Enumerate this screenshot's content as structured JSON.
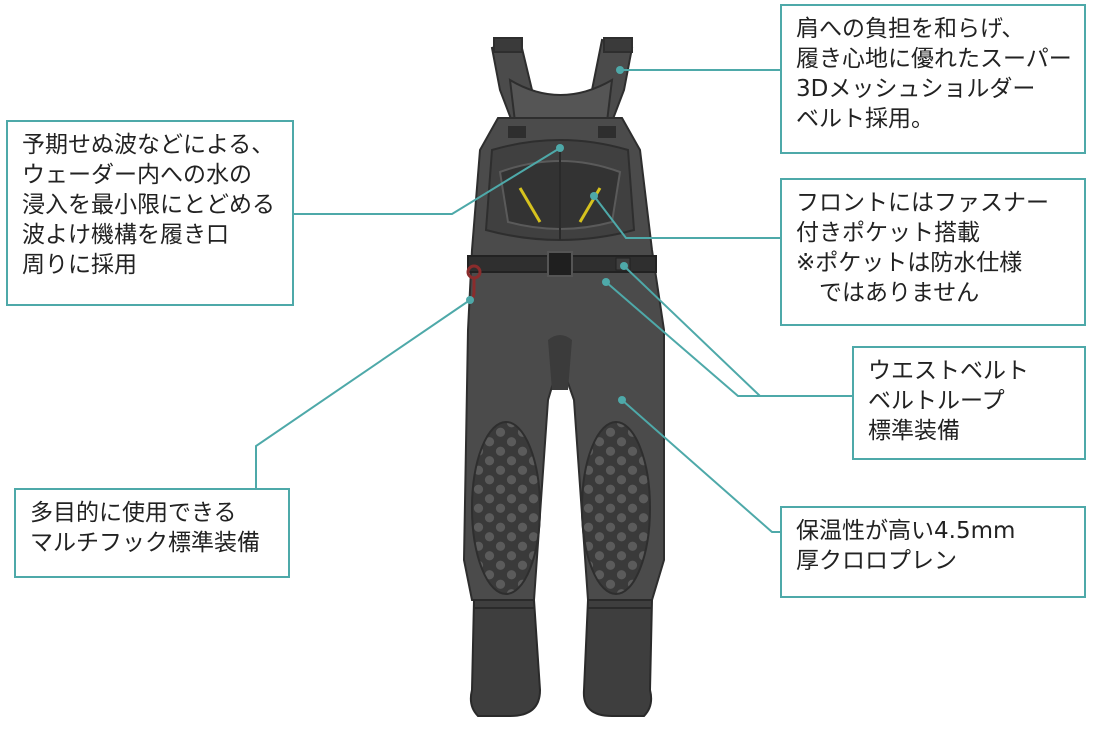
{
  "colors": {
    "accent": "#4ea9a9",
    "wader": "#4b4b4b",
    "stripe": "#d6c21e"
  },
  "product": {
    "icon": "chest-wader-illustration"
  },
  "callouts": {
    "shoulder": {
      "lines": [
        "肩への負担を和らげ、",
        "履き心地に優れたスーパー",
        "3Dメッシュショルダー",
        "ベルト採用。"
      ]
    },
    "wave": {
      "lines": [
        "予期せぬ波などによる、",
        "ウェーダー内への水の",
        "浸入を最小限にとどめる",
        "波よけ機構を履き口",
        "周りに採用"
      ]
    },
    "pocket": {
      "lines": [
        "フロントにはファスナー",
        "付きポケット搭載",
        "※ポケットは防水仕様",
        "　ではありません"
      ]
    },
    "belt": {
      "lines": [
        "ウエストベルト",
        "ベルトループ",
        "標準装備"
      ]
    },
    "hook": {
      "lines": [
        "多目的に使用できる",
        "マルチフック標準装備"
      ]
    },
    "neoprene": {
      "lines": [
        "保温性が高い4.5mm",
        "厚クロロプレン"
      ]
    }
  }
}
